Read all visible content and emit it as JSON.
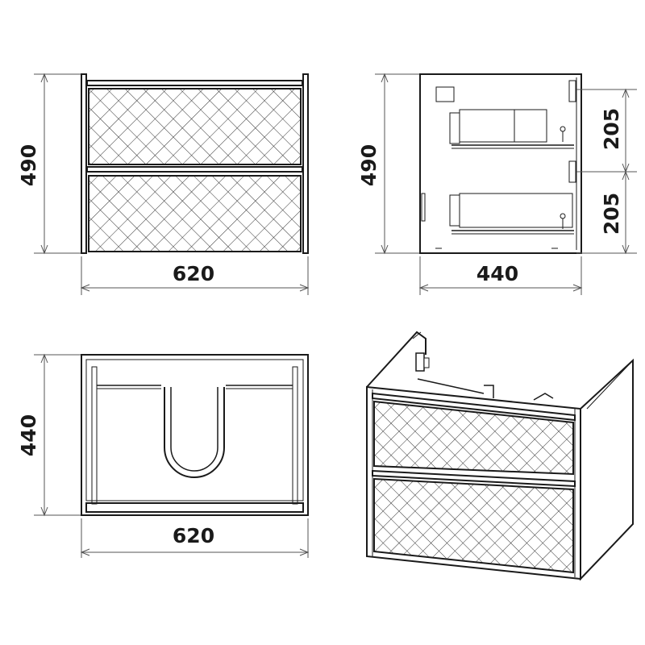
{
  "front_view": {
    "height_label": "490",
    "width_label": "620"
  },
  "side_view": {
    "height_label": "490",
    "width_label": "440",
    "upper_drawer_label": "205",
    "lower_drawer_label": "205"
  },
  "top_view": {
    "depth_label": "440",
    "width_label": "620"
  },
  "colors": {
    "line": "#1a1a1a",
    "dim_line": "#555555",
    "background": "#ffffff"
  }
}
